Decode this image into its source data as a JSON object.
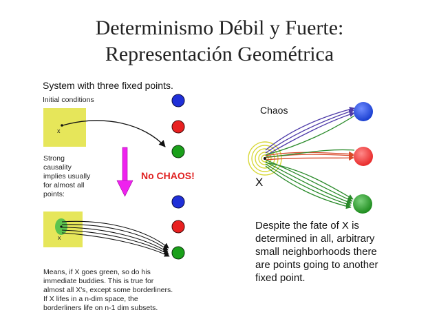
{
  "slide": {
    "title_line1": "Determinismo Débil y Fuerte:",
    "title_line2": "Representación Geométrica"
  },
  "left_panel": {
    "header": "System with three fixed points.",
    "initial_conditions": "Initial conditions",
    "x_label_top": "x",
    "x_label_bottom": "x",
    "strong_causality": [
      "Strong",
      "causality",
      "implies usually",
      "for almost all",
      "points:"
    ],
    "no_chaos": "No CHAOS!",
    "means_text": [
      "Means, if X goes green, so do his",
      "immediate buddies. This is true for",
      "almost all X's, except some borderliners.",
      "If X lifes in a n-dim space, the",
      "borderliners life on n-1 dim subsets."
    ]
  },
  "right_panel": {
    "chaos_label": "Chaos",
    "x_label": "X",
    "despite_text": [
      "Despite the fate of X is",
      "determined in all, arbitrary",
      "small neighborhoods there",
      "are points going to another",
      "fixed point."
    ]
  },
  "colors": {
    "blue": "#1f2fd8",
    "red": "#e82020",
    "green": "#1aa01a",
    "yellow_box": "#e6e65a",
    "magenta_arrow": "#ee22ee",
    "no_chaos_red": "#e02020"
  }
}
